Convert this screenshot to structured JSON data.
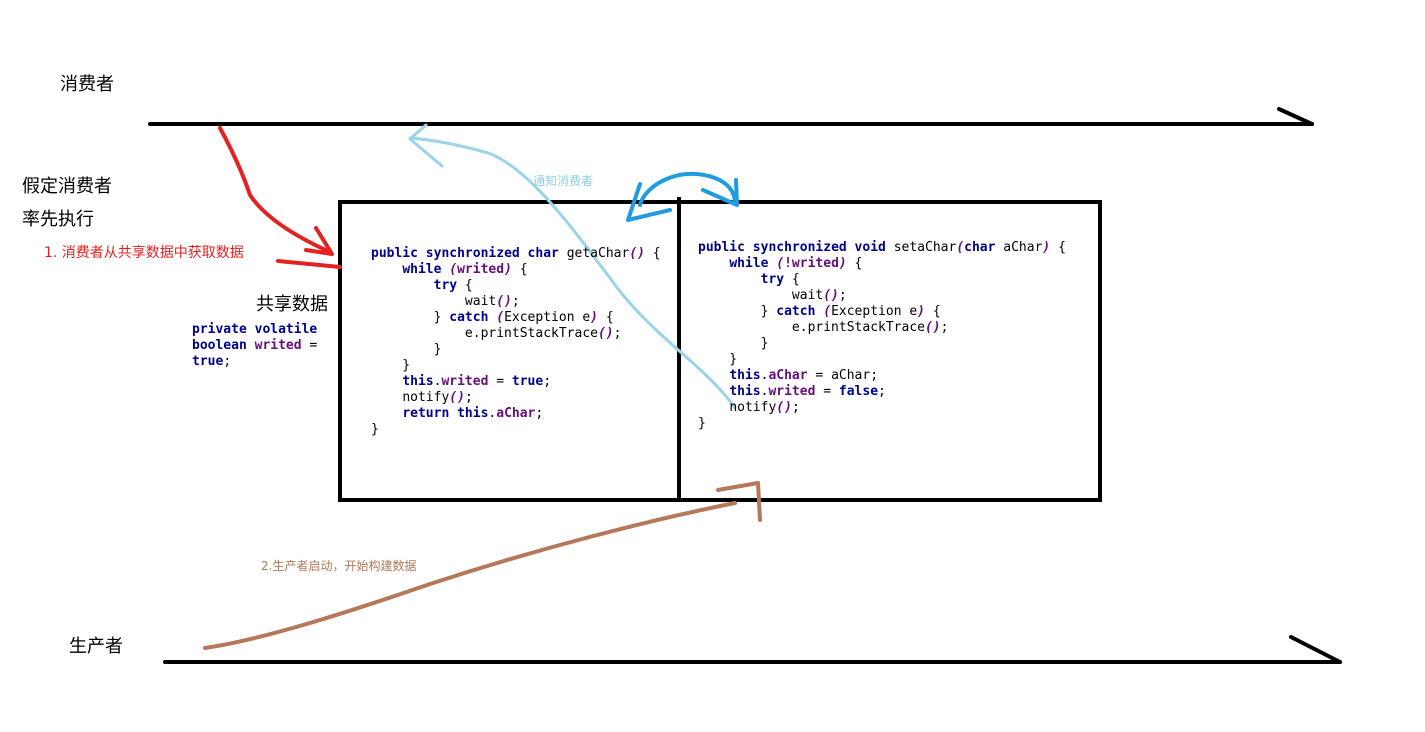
{
  "labels": {
    "consumer": "消费者",
    "producer": "生产者",
    "assume_line1": "假定消费者",
    "assume_line2": "率先执行",
    "shared_data": "共享数据"
  },
  "annotations": {
    "step1": "1. 消费者从共享数据中获取数据",
    "notify_consumer": "通知消费者",
    "step2": "2.生产者启动，开始构建数据"
  },
  "field_decl": {
    "line1_kw": "private volatile",
    "line2_kw": "boolean",
    "line2_field": "writed",
    "line2_eq": " =",
    "line3_kw": "true",
    "line3_end": ";"
  },
  "geta_code": {
    "kw_public": "public",
    "kw_sync": "synchronized",
    "kw_char": "char",
    "method": "getaChar",
    "kw_while": "while",
    "cond": "writed",
    "kw_try": "try",
    "wait": "wait",
    "kw_catch": "catch",
    "exception": "Exception e",
    "print": "e.printStackTrace",
    "kw_this": "this",
    "field_writed": "writed",
    "kw_true": "true",
    "notify": "notify",
    "kw_return": "return",
    "field_achar": "aChar"
  },
  "seta_code": {
    "kw_public": "public",
    "kw_sync": "synchronized",
    "kw_void": "void",
    "method": "setaChar",
    "kw_char": "char",
    "param": "aChar",
    "kw_while": "while",
    "cond": "!writed",
    "kw_try": "try",
    "wait": "wait",
    "kw_catch": "catch",
    "exception": "Exception e",
    "print": "e.printStackTrace",
    "kw_this": "this",
    "field_achar": "aChar",
    "assign_rhs": " = aChar;",
    "field_writed": "writed",
    "kw_false": "false",
    "notify": "notify"
  },
  "colors": {
    "red_arrow": "#e52222",
    "light_blue_arrow": "#9ad4e6",
    "blue_swap_arrow": "#1f9be0",
    "brown_arrow": "#b5785a",
    "keyword": "#00008b",
    "field": "#660e7a"
  }
}
